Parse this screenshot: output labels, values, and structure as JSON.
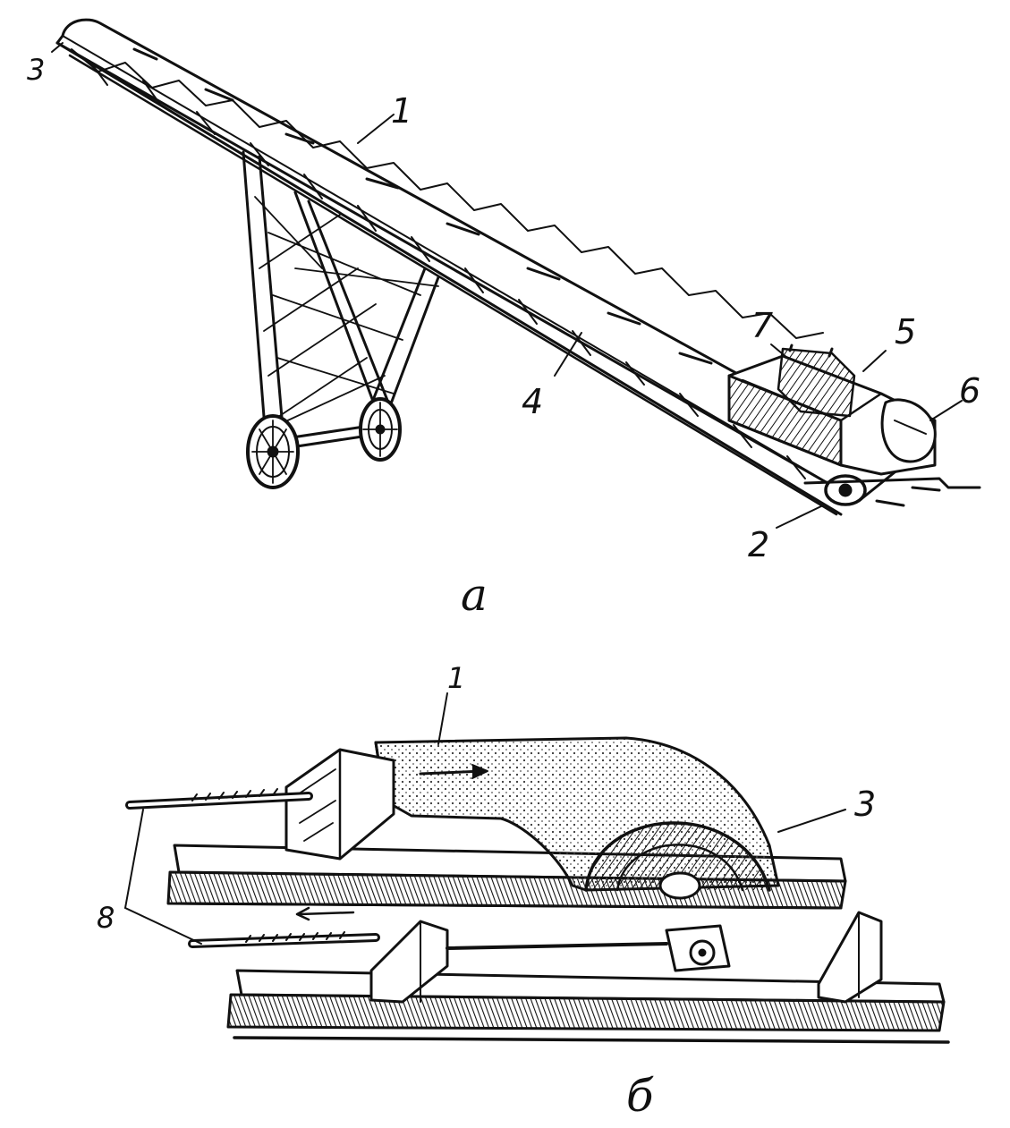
{
  "figure_a": {
    "caption": "а",
    "labels": {
      "l1": "1",
      "l2": "2",
      "l3": "3",
      "l4": "4",
      "l5": "5",
      "l6": "6",
      "l7": "7"
    }
  },
  "figure_b": {
    "caption": "б",
    "labels": {
      "l1": "1",
      "l3": "3",
      "l8": "8"
    }
  },
  "colors": {
    "ink": "#111111",
    "paper": "#ffffff"
  }
}
